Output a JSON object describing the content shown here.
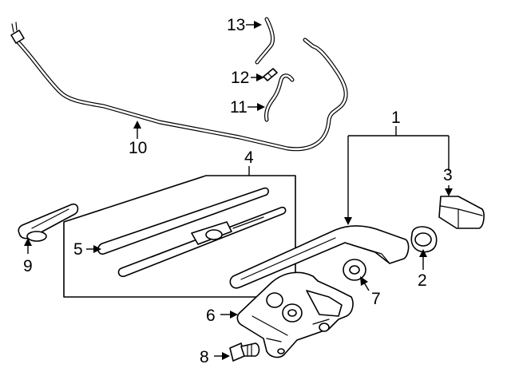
{
  "callouts": [
    {
      "id": "callout-1",
      "label": "1"
    },
    {
      "id": "callout-2",
      "label": "2"
    },
    {
      "id": "callout-3",
      "label": "3"
    },
    {
      "id": "callout-4",
      "label": "4"
    },
    {
      "id": "callout-5",
      "label": "5"
    },
    {
      "id": "callout-6",
      "label": "6"
    },
    {
      "id": "callout-7",
      "label": "7"
    },
    {
      "id": "callout-8",
      "label": "8"
    },
    {
      "id": "callout-9",
      "label": "9"
    },
    {
      "id": "callout-10",
      "label": "10"
    },
    {
      "id": "callout-11",
      "label": "11"
    },
    {
      "id": "callout-12",
      "label": "12"
    },
    {
      "id": "callout-13",
      "label": "13"
    }
  ],
  "parts": [
    {
      "callout": "1",
      "icon": "wiper-arm-assembly-icon"
    },
    {
      "callout": "2",
      "icon": "arm-nut-cap-icon"
    },
    {
      "callout": "3",
      "icon": "arm-cover-cap-icon"
    },
    {
      "callout": "4",
      "icon": "wiper-blade-assembly-icon"
    },
    {
      "callout": "5",
      "icon": "blade-refill-icon"
    },
    {
      "callout": "6",
      "icon": "wiper-motor-icon"
    },
    {
      "callout": "7",
      "icon": "grommet-icon"
    },
    {
      "callout": "8",
      "icon": "bolt-icon"
    },
    {
      "callout": "9",
      "icon": "washer-nozzle-icon"
    },
    {
      "callout": "10",
      "icon": "washer-hose-icon"
    },
    {
      "callout": "11",
      "icon": "hose-connector-icon"
    },
    {
      "callout": "12",
      "icon": "hose-fitting-icon"
    },
    {
      "callout": "13",
      "icon": "hose-section-icon"
    }
  ]
}
